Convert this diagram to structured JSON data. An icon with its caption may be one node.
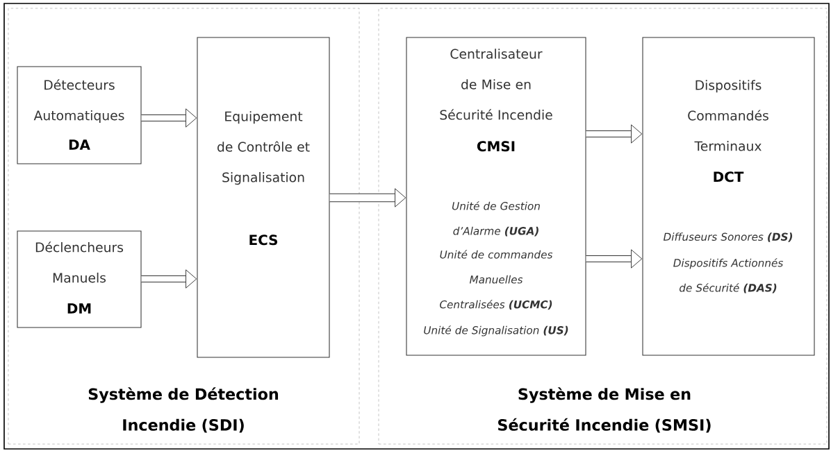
{
  "diagram": {
    "nodes": [
      {
        "text": [
          "Système de Détection Incendie (SDI)"
        ]
      },
      {
        "text": [
          "Détecteurs Automatiques",
          "DA"
        ],
        "in": 0
      },
      {
        "text": [
          "Déclencheurs Manuels",
          "DM"
        ],
        "in": 0
      },
      {
        "text": [
          "Equipement de Contrôle et Signalisation",
          "ECS"
        ],
        "in": 0
      },
      {
        "text": [
          "Système de Mise en Sécurité Incendie (SMSI)"
        ]
      },
      {
        "text": [
          "Centralisateur de Mise en Sécurité Incendie",
          "CMSI",
          "Unité de Gestion d’Alarme **(UGA)**",
          "Unité de commandes Manuelles Centralisées **(UCMC)**",
          "Unité de Signalisation **(US)**"
        ],
        "in": 4
      },
      {
        "text": [
          "Dispositifs Commandés Terminaux",
          "DCT",
          "Diffuseurs Sonores **(DS)**",
          "Dispositifs Actionnés de Sécurité **(DAS)**"
        ],
        "in": 4
      }
    ],
    "edges": [
      {
        "from": 1,
        "to": 3,
        "arrow": "to"
      },
      {
        "from": 2,
        "to": 3,
        "arrow": "to"
      },
      {
        "from": 3,
        "to": 5,
        "arrow": "to"
      },
      {
        "from": 5,
        "to": 6,
        "arrow": "to"
      },
      {
        "from": 5,
        "to": 6,
        "arrow": "to"
      }
    ]
  }
}
